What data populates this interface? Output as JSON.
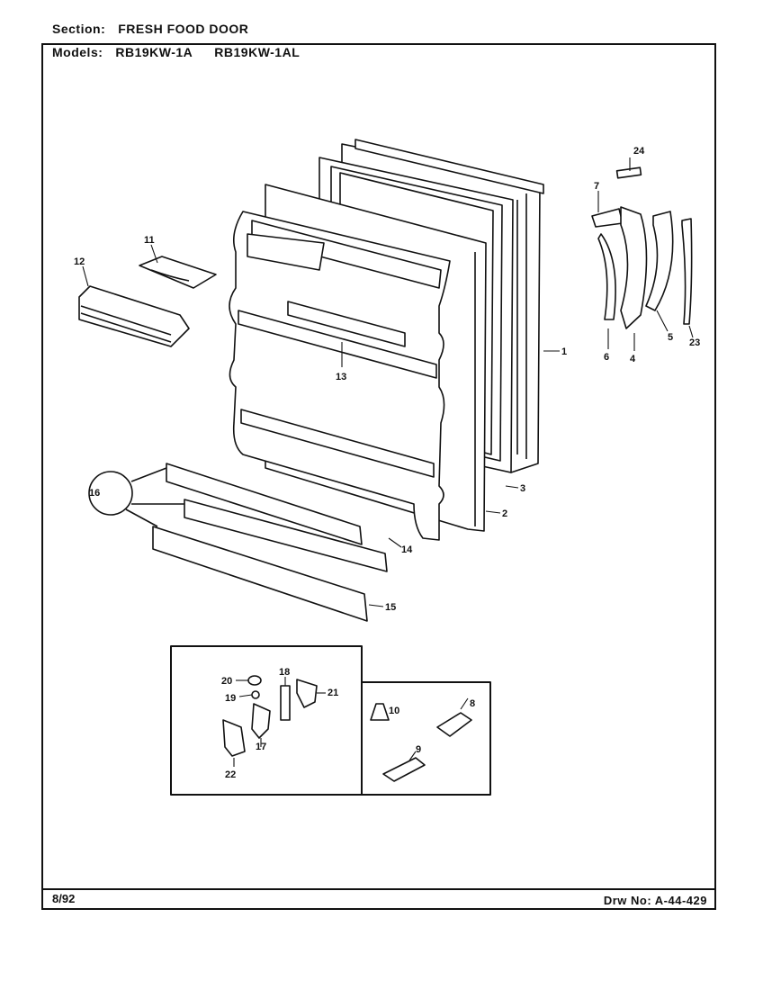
{
  "header": {
    "section_label": "Section:",
    "section_value": "FRESH FOOD DOOR",
    "models_label": "Models:",
    "model_1": "RB19KW-1A",
    "model_2": "RB19KW-1AL"
  },
  "footer": {
    "date": "8/92",
    "drawing_label": "Drw No:",
    "drawing_number": "A-44-429"
  },
  "callouts": {
    "c1": "1",
    "c2": "2",
    "c3": "3",
    "c4": "4",
    "c5": "5",
    "c6": "6",
    "c7": "7",
    "c8": "8",
    "c9": "9",
    "c10": "10",
    "c11": "11",
    "c12": "12",
    "c13": "13",
    "c14": "14",
    "c15": "15",
    "c16": "16",
    "c17": "17",
    "c18": "18",
    "c19": "19",
    "c20": "20",
    "c21": "21",
    "c22": "22",
    "c23": "23",
    "c24": "24"
  }
}
